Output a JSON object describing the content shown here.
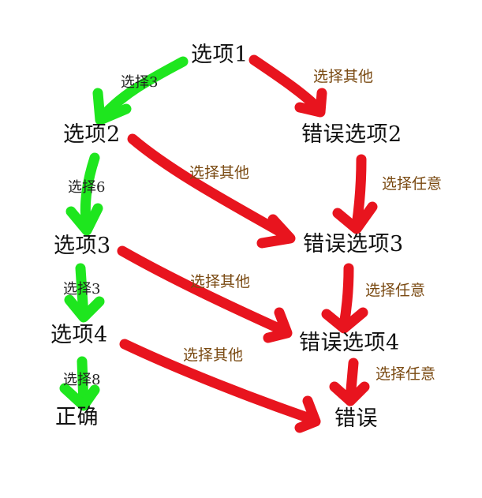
{
  "nodes": {
    "opt1": "选项1",
    "opt2": "选项2",
    "opt3": "选项3",
    "opt4": "选项4",
    "correct": "正确",
    "wrong2": "错误选项2",
    "wrong3": "错误选项3",
    "wrong4": "错误选项4",
    "wrong": "错误"
  },
  "labels": {
    "g1": "选择3",
    "g2": "选择6",
    "g3": "选择3",
    "g4": "选择8",
    "r1": "选择其他",
    "r2": "选择其他",
    "r3": "选择其他",
    "r4": "选择其他",
    "w1": "选择任意",
    "w2": "选择任意",
    "w3": "选择任意"
  },
  "colors": {
    "green_arrow": "#1ee61e",
    "red_arrow": "#e8141e",
    "label_brown": "#7a4a12"
  }
}
